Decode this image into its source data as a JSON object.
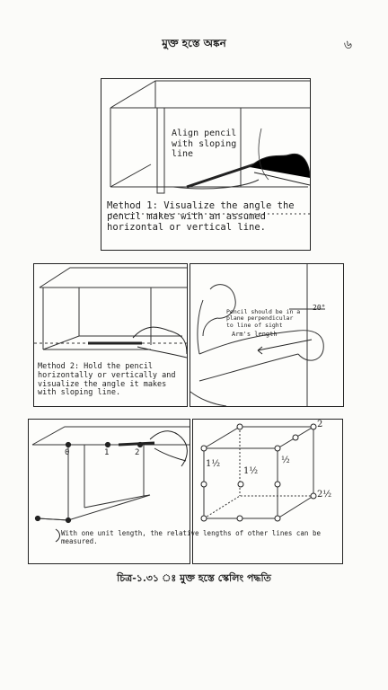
{
  "header": {
    "title": "মুক্ত হস্তে অঙ্কন",
    "page_number": "৬"
  },
  "panels": {
    "top": {
      "label_align": "Align pencil with sloping line",
      "method_text": "Method 1: Visualize the angle the pencil makes with an assumed horizontal or vertical line."
    },
    "middle_left": {
      "method_text": "Method 2: Hold the pencil horizontally or vertically and visualize the angle it makes with sloping line."
    },
    "middle_right": {
      "angle_label": "20°",
      "pencil_note": "Pencil should be in a plane perpendicular to line of sight",
      "arm_label": "Arm's length"
    },
    "bottom_left": {
      "tick_0": "0",
      "tick_1": "1",
      "tick_2": "2",
      "unit_note": "With one unit length, the relative lengths of other lines can be measured."
    },
    "bottom_right": {
      "dim_top_right": "2",
      "dim_left": "1½",
      "dim_middle": "1½",
      "dim_inner": "½",
      "dim_bottom_right": "2½"
    }
  },
  "caption": "চিত্র-১.৩১ ঃ মুক্ত হস্তে স্কেলিং পদ্ধতি"
}
